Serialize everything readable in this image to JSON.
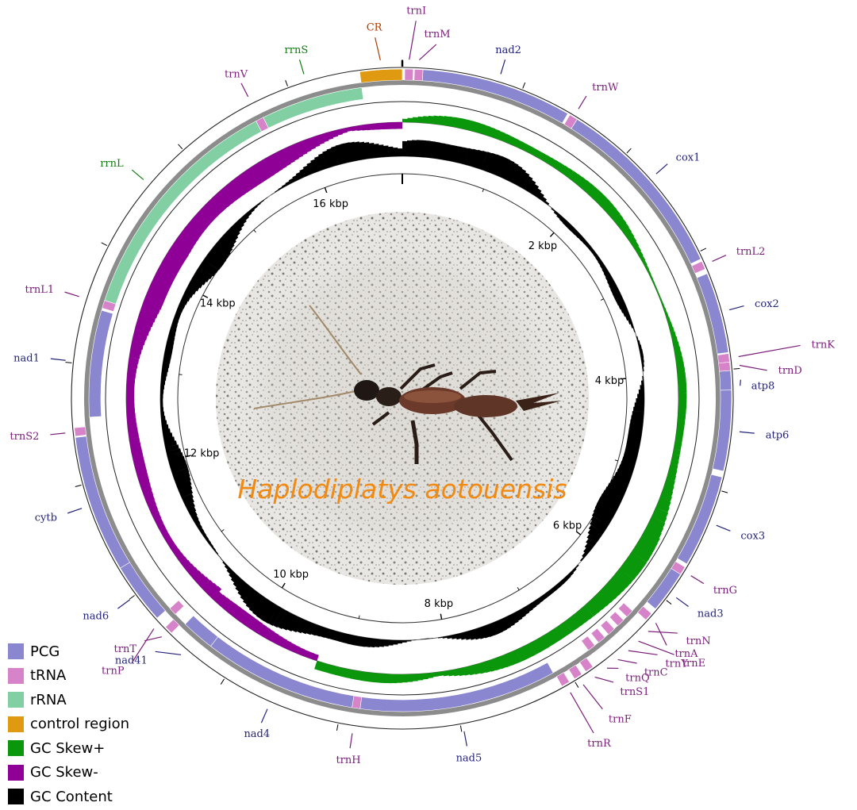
{
  "figure": {
    "species_name": "Haplodiplatys aotouensis",
    "genome_length": 16950,
    "colors": {
      "PCG": "#8a86cf",
      "tRNA": "#d783c9",
      "rRNA": "#82cfa3",
      "control": "#e09a12",
      "gc_skew_plus": "#0b970b",
      "gc_skew_minus": "#8e0096",
      "gc_content": "#000000",
      "backbone": "#8c8c8c",
      "pcg_label": "#23237a",
      "trna_label": "#7a1d7a",
      "rrna_label": "#157a15",
      "cr_label": "#b03a00"
    }
  },
  "kbp_labels": [
    "2 kbp",
    "4 kbp",
    "6 kbp",
    "8 kbp",
    "10 kbp",
    "12 kbp",
    "14 kbp",
    "16 kbp"
  ],
  "features": [
    {
      "name": "CR",
      "type": "control",
      "strand": "+",
      "start": 16600,
      "end": 16950
    },
    {
      "name": "trnI",
      "type": "tRNA",
      "strand": "+",
      "start": 20,
      "end": 90
    },
    {
      "name": "trnM",
      "type": "tRNA",
      "strand": "+",
      "start": 100,
      "end": 170
    },
    {
      "name": "nad2",
      "type": "PCG",
      "strand": "+",
      "start": 170,
      "end": 1420
    },
    {
      "name": "trnW",
      "type": "tRNA",
      "strand": "+",
      "start": 1440,
      "end": 1510
    },
    {
      "name": "cox1",
      "type": "PCG",
      "strand": "+",
      "start": 1510,
      "end": 3060
    },
    {
      "name": "trnL2",
      "type": "tRNA",
      "strand": "+",
      "start": 3080,
      "end": 3150
    },
    {
      "name": "cox2",
      "type": "PCG",
      "strand": "+",
      "start": 3190,
      "end": 3860
    },
    {
      "name": "trnK",
      "type": "tRNA",
      "strand": "+",
      "start": 3870,
      "end": 3940
    },
    {
      "name": "trnD",
      "type": "tRNA",
      "strand": "+",
      "start": 3940,
      "end": 4010
    },
    {
      "name": "atp8",
      "type": "PCG",
      "strand": "+",
      "start": 4010,
      "end": 4170
    },
    {
      "name": "atp6",
      "type": "PCG",
      "strand": "+",
      "start": 4170,
      "end": 4840
    },
    {
      "name": "cox3",
      "type": "PCG",
      "strand": "+",
      "start": 4890,
      "end": 5660
    },
    {
      "name": "trnG",
      "type": "tRNA",
      "strand": "+",
      "start": 5690,
      "end": 5760
    },
    {
      "name": "nad3",
      "type": "PCG",
      "strand": "+",
      "start": 5760,
      "end": 6110
    },
    {
      "name": "trnA",
      "type": "tRNA",
      "strand": "+",
      "start": 6160,
      "end": 6230
    },
    {
      "name": "trnN",
      "type": "tRNA",
      "strand": "-",
      "start": 6250,
      "end": 6320
    },
    {
      "name": "trnE",
      "type": "tRNA",
      "strand": "-",
      "start": 6360,
      "end": 6430
    },
    {
      "name": "trnY",
      "type": "tRNA",
      "strand": "-",
      "start": 6470,
      "end": 6540
    },
    {
      "name": "trnC",
      "type": "tRNA",
      "strand": "-",
      "start": 6580,
      "end": 6650
    },
    {
      "name": "trnQ",
      "type": "tRNA",
      "strand": "-",
      "start": 6690,
      "end": 6760
    },
    {
      "name": "trnS1",
      "type": "tRNA",
      "strand": "+",
      "start": 6810,
      "end": 6880
    },
    {
      "name": "trnF",
      "type": "tRNA",
      "strand": "+",
      "start": 6920,
      "end": 6990
    },
    {
      "name": "trnR",
      "type": "tRNA",
      "strand": "+",
      "start": 7040,
      "end": 7110
    },
    {
      "name": "nad5",
      "type": "PCG",
      "strand": "-",
      "start": 7120,
      "end": 8840
    },
    {
      "name": "trnH",
      "type": "tRNA",
      "strand": "-",
      "start": 8840,
      "end": 8910
    },
    {
      "name": "nad4",
      "type": "PCG",
      "strand": "-",
      "start": 8910,
      "end": 10250
    },
    {
      "name": "nad4l",
      "type": "PCG",
      "strand": "-",
      "start": 10250,
      "end": 10540
    },
    {
      "name": "trnT",
      "type": "tRNA",
      "strand": "+",
      "start": 10570,
      "end": 10640
    },
    {
      "name": "trnP",
      "type": "tRNA",
      "strand": "-",
      "start": 10660,
      "end": 10730
    },
    {
      "name": "nad6",
      "type": "PCG",
      "strand": "+",
      "start": 10740,
      "end": 11250
    },
    {
      "name": "cytb",
      "type": "PCG",
      "strand": "+",
      "start": 11250,
      "end": 12390
    },
    {
      "name": "trnS2",
      "type": "tRNA",
      "strand": "+",
      "start": 12400,
      "end": 12470
    },
    {
      "name": "nad1",
      "type": "PCG",
      "strand": "-",
      "start": 12550,
      "end": 13480
    },
    {
      "name": "trnL1",
      "type": "tRNA",
      "strand": "-",
      "start": 13500,
      "end": 13570
    },
    {
      "name": "rrnL",
      "type": "rRNA",
      "strand": "-",
      "start": 13570,
      "end": 15640
    },
    {
      "name": "trnV",
      "type": "tRNA",
      "strand": "-",
      "start": 15640,
      "end": 15710
    },
    {
      "name": "rrnS",
      "type": "rRNA",
      "strand": "-",
      "start": 15710,
      "end": 16600
    }
  ],
  "gene_labels": [
    {
      "name": "CR",
      "type": "control"
    },
    {
      "name": "trnI",
      "type": "tRNA"
    },
    {
      "name": "trnM",
      "type": "tRNA"
    },
    {
      "name": "nad2",
      "type": "PCG"
    },
    {
      "name": "trnW",
      "type": "tRNA"
    },
    {
      "name": "cox1",
      "type": "PCG"
    },
    {
      "name": "trnL2",
      "type": "tRNA"
    },
    {
      "name": "cox2",
      "type": "PCG"
    },
    {
      "name": "trnK",
      "type": "tRNA"
    },
    {
      "name": "trnD",
      "type": "tRNA"
    },
    {
      "name": "atp8",
      "type": "PCG"
    },
    {
      "name": "atp6",
      "type": "PCG"
    },
    {
      "name": "cox3",
      "type": "PCG"
    },
    {
      "name": "trnG",
      "type": "tRNA"
    },
    {
      "name": "nad3",
      "type": "PCG"
    },
    {
      "name": "trnA",
      "type": "tRNA"
    },
    {
      "name": "trnN",
      "type": "tRNA"
    },
    {
      "name": "trnE",
      "type": "tRNA"
    },
    {
      "name": "trnY",
      "type": "tRNA"
    },
    {
      "name": "trnC",
      "type": "tRNA"
    },
    {
      "name": "trnQ",
      "type": "tRNA"
    },
    {
      "name": "trnS1",
      "type": "tRNA"
    },
    {
      "name": "trnF",
      "type": "tRNA"
    },
    {
      "name": "trnR",
      "type": "tRNA"
    },
    {
      "name": "nad5",
      "type": "PCG"
    },
    {
      "name": "trnH",
      "type": "tRNA"
    },
    {
      "name": "nad4",
      "type": "PCG"
    },
    {
      "name": "nad41",
      "type": "PCG"
    },
    {
      "name": "trnT",
      "type": "tRNA"
    },
    {
      "name": "trnP",
      "type": "tRNA"
    },
    {
      "name": "nad6",
      "type": "PCG"
    },
    {
      "name": "cytb",
      "type": "PCG"
    },
    {
      "name": "trnS2",
      "type": "tRNA"
    },
    {
      "name": "nad1",
      "type": "PCG"
    },
    {
      "name": "trnL1",
      "type": "tRNA"
    },
    {
      "name": "rrnL",
      "type": "rRNA"
    },
    {
      "name": "trnV",
      "type": "tRNA"
    },
    {
      "name": "rrnS",
      "type": "rRNA"
    }
  ],
  "legend": [
    {
      "label": "PCG",
      "color": "#8a86cf"
    },
    {
      "label": "tRNA",
      "color": "#d783c9"
    },
    {
      "label": "rRNA",
      "color": "#82cfa3"
    },
    {
      "label": "control region",
      "color": "#e09a12"
    },
    {
      "label": "GC Skew+",
      "color": "#0b970b"
    },
    {
      "label": "GC Skew-",
      "color": "#8e0096"
    },
    {
      "label": "GC Content",
      "color": "#000000"
    }
  ]
}
